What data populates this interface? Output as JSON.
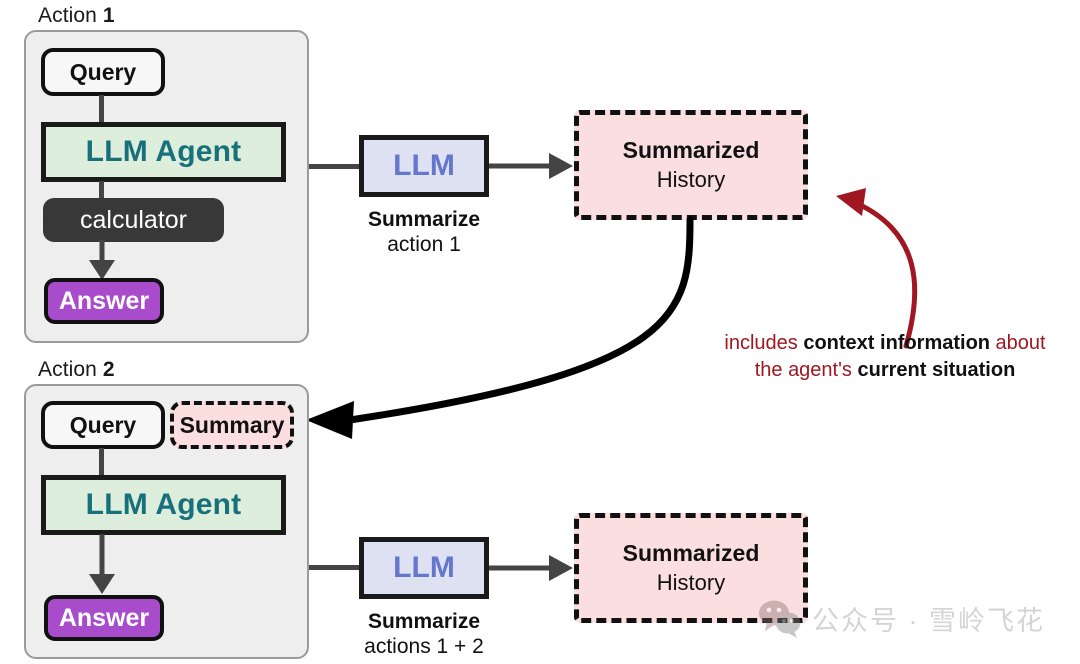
{
  "diagram": {
    "title_hidden": "",
    "colors": {
      "agent_fill": "#ddeedd",
      "agent_text": "#18707a",
      "llm_fill": "#dde1f2",
      "llm_text": "#6577cc",
      "answer_fill": "#a84ccc",
      "tool_fill": "#383838",
      "pink_fill": "#fbdfe0",
      "container_fill": "#eeeeee",
      "note_red": "#a01722",
      "connector": "#444444"
    }
  },
  "action1": {
    "label_prefix": "Action ",
    "label_number": "1",
    "query": "Query",
    "agent": "LLM Agent",
    "tool": "calculator",
    "answer": "Answer",
    "summarizer": {
      "box_label": "LLM",
      "caption_top": "Summarize",
      "caption_bottom": "action 1"
    },
    "history": {
      "line1": "Summarized",
      "line2": "History"
    }
  },
  "action2": {
    "label_prefix": "Action ",
    "label_number": "2",
    "query": "Query",
    "summary": "Summary",
    "agent": "LLM Agent",
    "answer": "Answer",
    "summarizer": {
      "box_label": "LLM",
      "caption_top": "Summarize",
      "caption_bottom": "actions 1 + 2"
    },
    "history": {
      "line1": "Summarized",
      "line2": "History"
    }
  },
  "annotation": {
    "line1_a": "includes ",
    "line1_b": "context information",
    "line1_c": " about",
    "line2_a": "the agent's ",
    "line2_b": "current situation"
  },
  "watermark": {
    "text": "公众号 · 雪岭飞花"
  }
}
